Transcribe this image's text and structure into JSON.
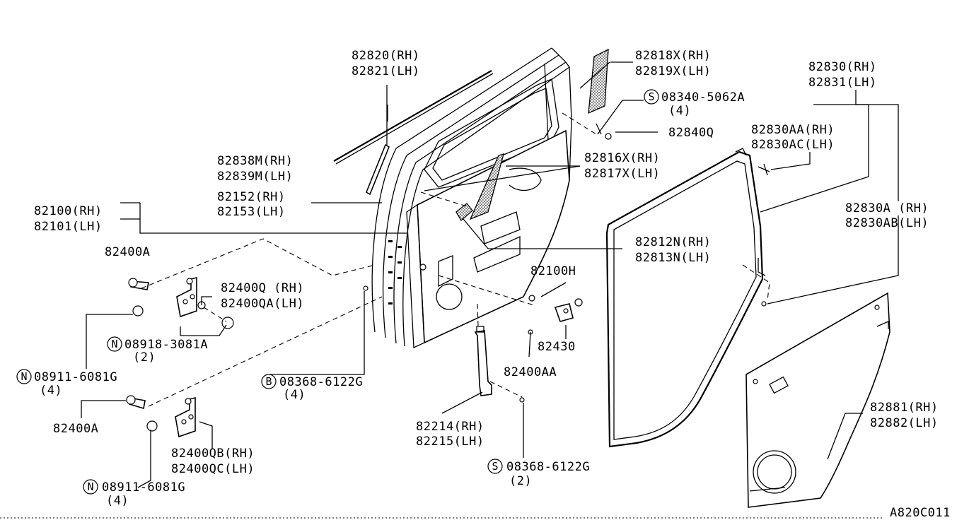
{
  "labels": {
    "l82820": "82820(RH)",
    "l82821": "82821(LH)",
    "l82818x": "82818X(RH)",
    "l82819x": "82819X(LH)",
    "l08340": "08340-5062A",
    "l08340q": "(4)",
    "l82840q": "82840Q",
    "l82830": "82830(RH)",
    "l82831": "82831(LH)",
    "l82830aa": "82830AA(RH)",
    "l82830ac": "82830AC(LH)",
    "l82838m": "82838M(RH)",
    "l82839m": "82839M(LH)",
    "l82816x": "82816X(RH)",
    "l82817x": "82817X(LH)",
    "l82152": "82152(RH)",
    "l82153": "82153(LH)",
    "l82100": "82100(RH)",
    "l82101": "82101(LH)",
    "l82830a": "82830A (RH)",
    "l82830ab": "82830AB(LH)",
    "l82812n": "82812N(RH)",
    "l82813n": "82813N(LH)",
    "l82400a_top": "82400A",
    "l82400q": "82400Q (RH)",
    "l82400qa": "82400QA(LH)",
    "l82100h": "82100H",
    "l08918": "08918-3081A",
    "l08918q": "(2)",
    "l82430": "82430",
    "l08911_top": "08911-6081G",
    "l08911_topq": "(4)",
    "l82400aa": "82400AA",
    "l08368b": "08368-6122G",
    "l08368bq": "(4)",
    "l82400a_bot": "82400A",
    "l82881": "82881(RH)",
    "l82882": "82882(LH)",
    "l82214": "82214(RH)",
    "l82215": "82215(LH)",
    "l82400qb": "82400QB(RH)",
    "l82400qc": "82400QC(LH)",
    "l08368s": "08368-6122G",
    "l08368sq": "(2)",
    "l08911_bot": "08911-6081G",
    "l08911_botq": "(4)",
    "code": "A820C011"
  },
  "symbols": {
    "s_mark": "S",
    "n_mark": "N",
    "b_mark": "B"
  }
}
